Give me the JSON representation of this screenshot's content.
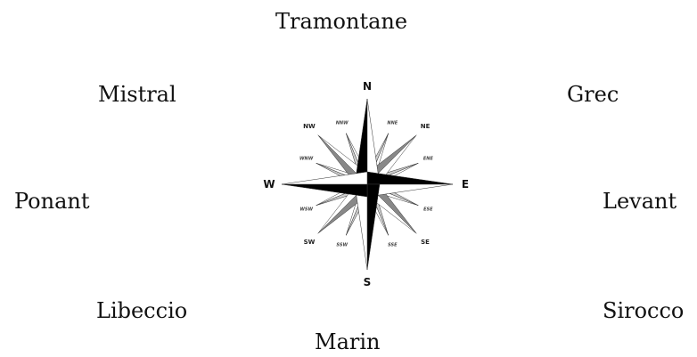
{
  "winds": {
    "north": "Tramontane",
    "northeast": "Grec",
    "east": "Levant",
    "southeast": "Sirocco",
    "south": "Marin",
    "southwest": "Libeccio",
    "west": "Ponant",
    "northwest": "Mistral"
  },
  "compass": {
    "cardinals": [
      "N",
      "E",
      "S",
      "W"
    ],
    "intercardinals": [
      "NE",
      "SE",
      "SW",
      "NW"
    ],
    "minor_points": [
      "NNE",
      "ENE",
      "ESE",
      "SSE",
      "SSW",
      "WSW",
      "WNW",
      "NNW"
    ],
    "colors": {
      "main_points": "#000000",
      "intercardinal_points": "#888888",
      "minor_points": "#cccccc"
    }
  }
}
